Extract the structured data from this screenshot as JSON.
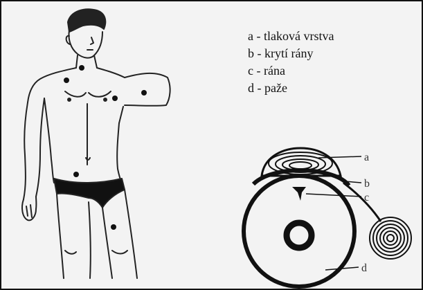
{
  "legend": {
    "items": [
      {
        "key": "a",
        "text": "tlaková vrstva"
      },
      {
        "key": "b",
        "text": "krytí rány"
      },
      {
        "key": "c",
        "text": "rána"
      },
      {
        "key": "d",
        "text": "paže"
      }
    ]
  },
  "diagram_labels": {
    "a": "a",
    "b": "b",
    "c": "c",
    "d": "d"
  }
}
